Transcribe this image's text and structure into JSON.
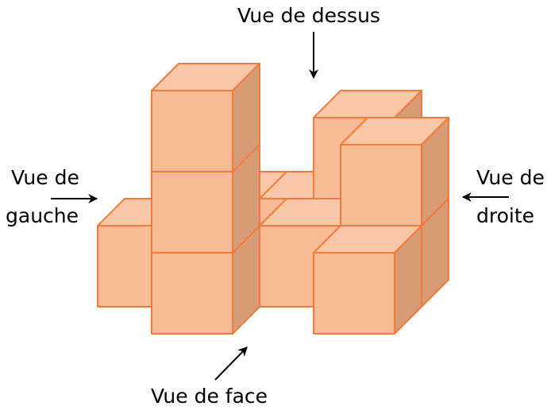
{
  "labels": {
    "top_view": "Vue de dessus",
    "left_view_line1": "Vue de",
    "left_view_line2": "gauche",
    "right_view_line1": "Vue de",
    "right_view_line2": "droite",
    "front_view": "Vue de face"
  },
  "colors": {
    "cube_top": "#fac8a8",
    "cube_front": "#f8bb96",
    "cube_side": "#d99a76",
    "cube_edge": "#ee7b3a",
    "arrow": "#000000"
  },
  "icons": {
    "arrow": "arrow-icon",
    "cube": "cube-icon"
  }
}
